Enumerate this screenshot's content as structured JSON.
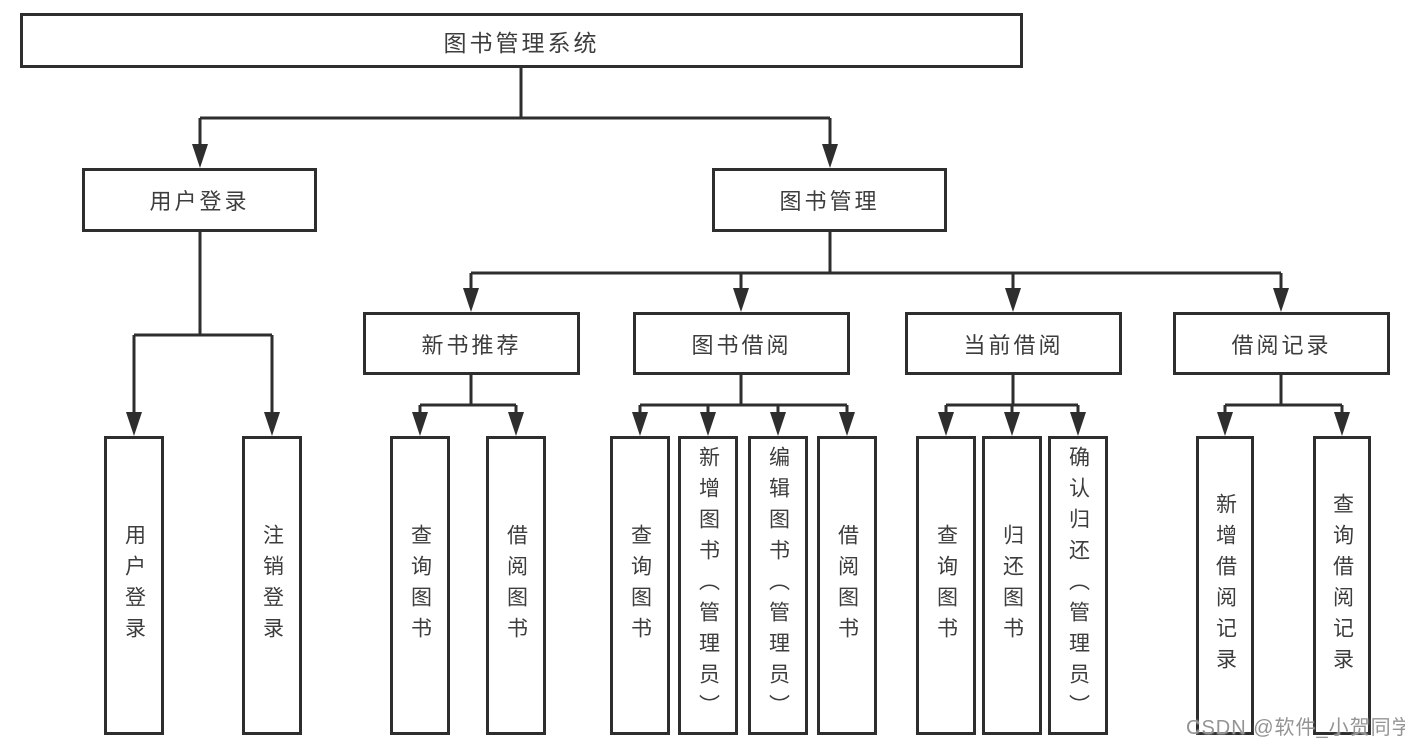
{
  "tree": {
    "root": {
      "label": "图书管理系统"
    },
    "level2": [
      {
        "label": "用户登录"
      },
      {
        "label": "图书管理"
      }
    ],
    "level3": [
      {
        "label": "新书推荐",
        "parent": "图书管理"
      },
      {
        "label": "图书借阅",
        "parent": "图书管理"
      },
      {
        "label": "当前借阅",
        "parent": "图书管理"
      },
      {
        "label": "借阅记录",
        "parent": "图书管理"
      }
    ],
    "leaves": [
      {
        "label": "用户登录",
        "parent": "用户登录"
      },
      {
        "label": "注销登录",
        "parent": "用户登录"
      },
      {
        "label": "查询图书",
        "parent": "新书推荐"
      },
      {
        "label": "借阅图书",
        "parent": "新书推荐"
      },
      {
        "label": "查询图书",
        "parent": "图书借阅"
      },
      {
        "label": "新增图书（管理员）",
        "parent": "图书借阅"
      },
      {
        "label": "编辑图书（管理员）",
        "parent": "图书借阅"
      },
      {
        "label": "借阅图书",
        "parent": "图书借阅"
      },
      {
        "label": "查询图书",
        "parent": "当前借阅"
      },
      {
        "label": "归还图书",
        "parent": "当前借阅"
      },
      {
        "label": "确认归还（管理员）",
        "parent": "当前借阅"
      },
      {
        "label": "新增借阅记录",
        "parent": "借阅记录"
      },
      {
        "label": "查询借阅记录",
        "parent": "借阅记录"
      }
    ]
  },
  "watermark": {
    "text": "CSDN @软件_小贺同学"
  },
  "colors": {
    "background": "#ffffff",
    "line": "#2e2e2e",
    "box_border": "#2e2e2e",
    "text": "#3d3d3d",
    "watermark": "#949494"
  }
}
